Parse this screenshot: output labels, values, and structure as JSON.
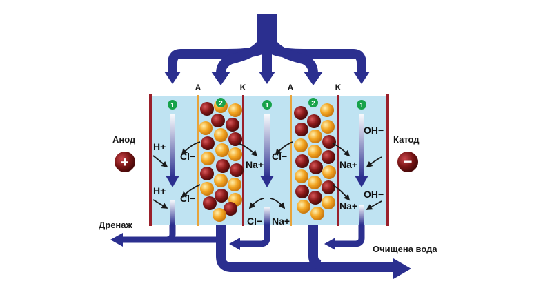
{
  "labels": {
    "anode": "Анод",
    "cathode": "Катод",
    "drain": "Дренаж",
    "purified_water": "Очищена вода",
    "membrane_a": "A",
    "membrane_k": "K",
    "plus": "+",
    "minus": "−"
  },
  "chamber_badges": [
    "1",
    "2",
    "1",
    "2",
    "1"
  ],
  "ions": {
    "h_plus": "H+",
    "cl_minus": "Cl−",
    "na_plus": "Na+",
    "oh_minus": "OH−"
  },
  "colors": {
    "flow_arrow": "#2b2f8f",
    "chamber": "#bfe3f2",
    "electrode": "#9a1f2a",
    "membrane": "#e8a33a",
    "badge": "#17a24a",
    "bead_red": "#8b1a1a",
    "bead_orange": "#f3a623"
  }
}
